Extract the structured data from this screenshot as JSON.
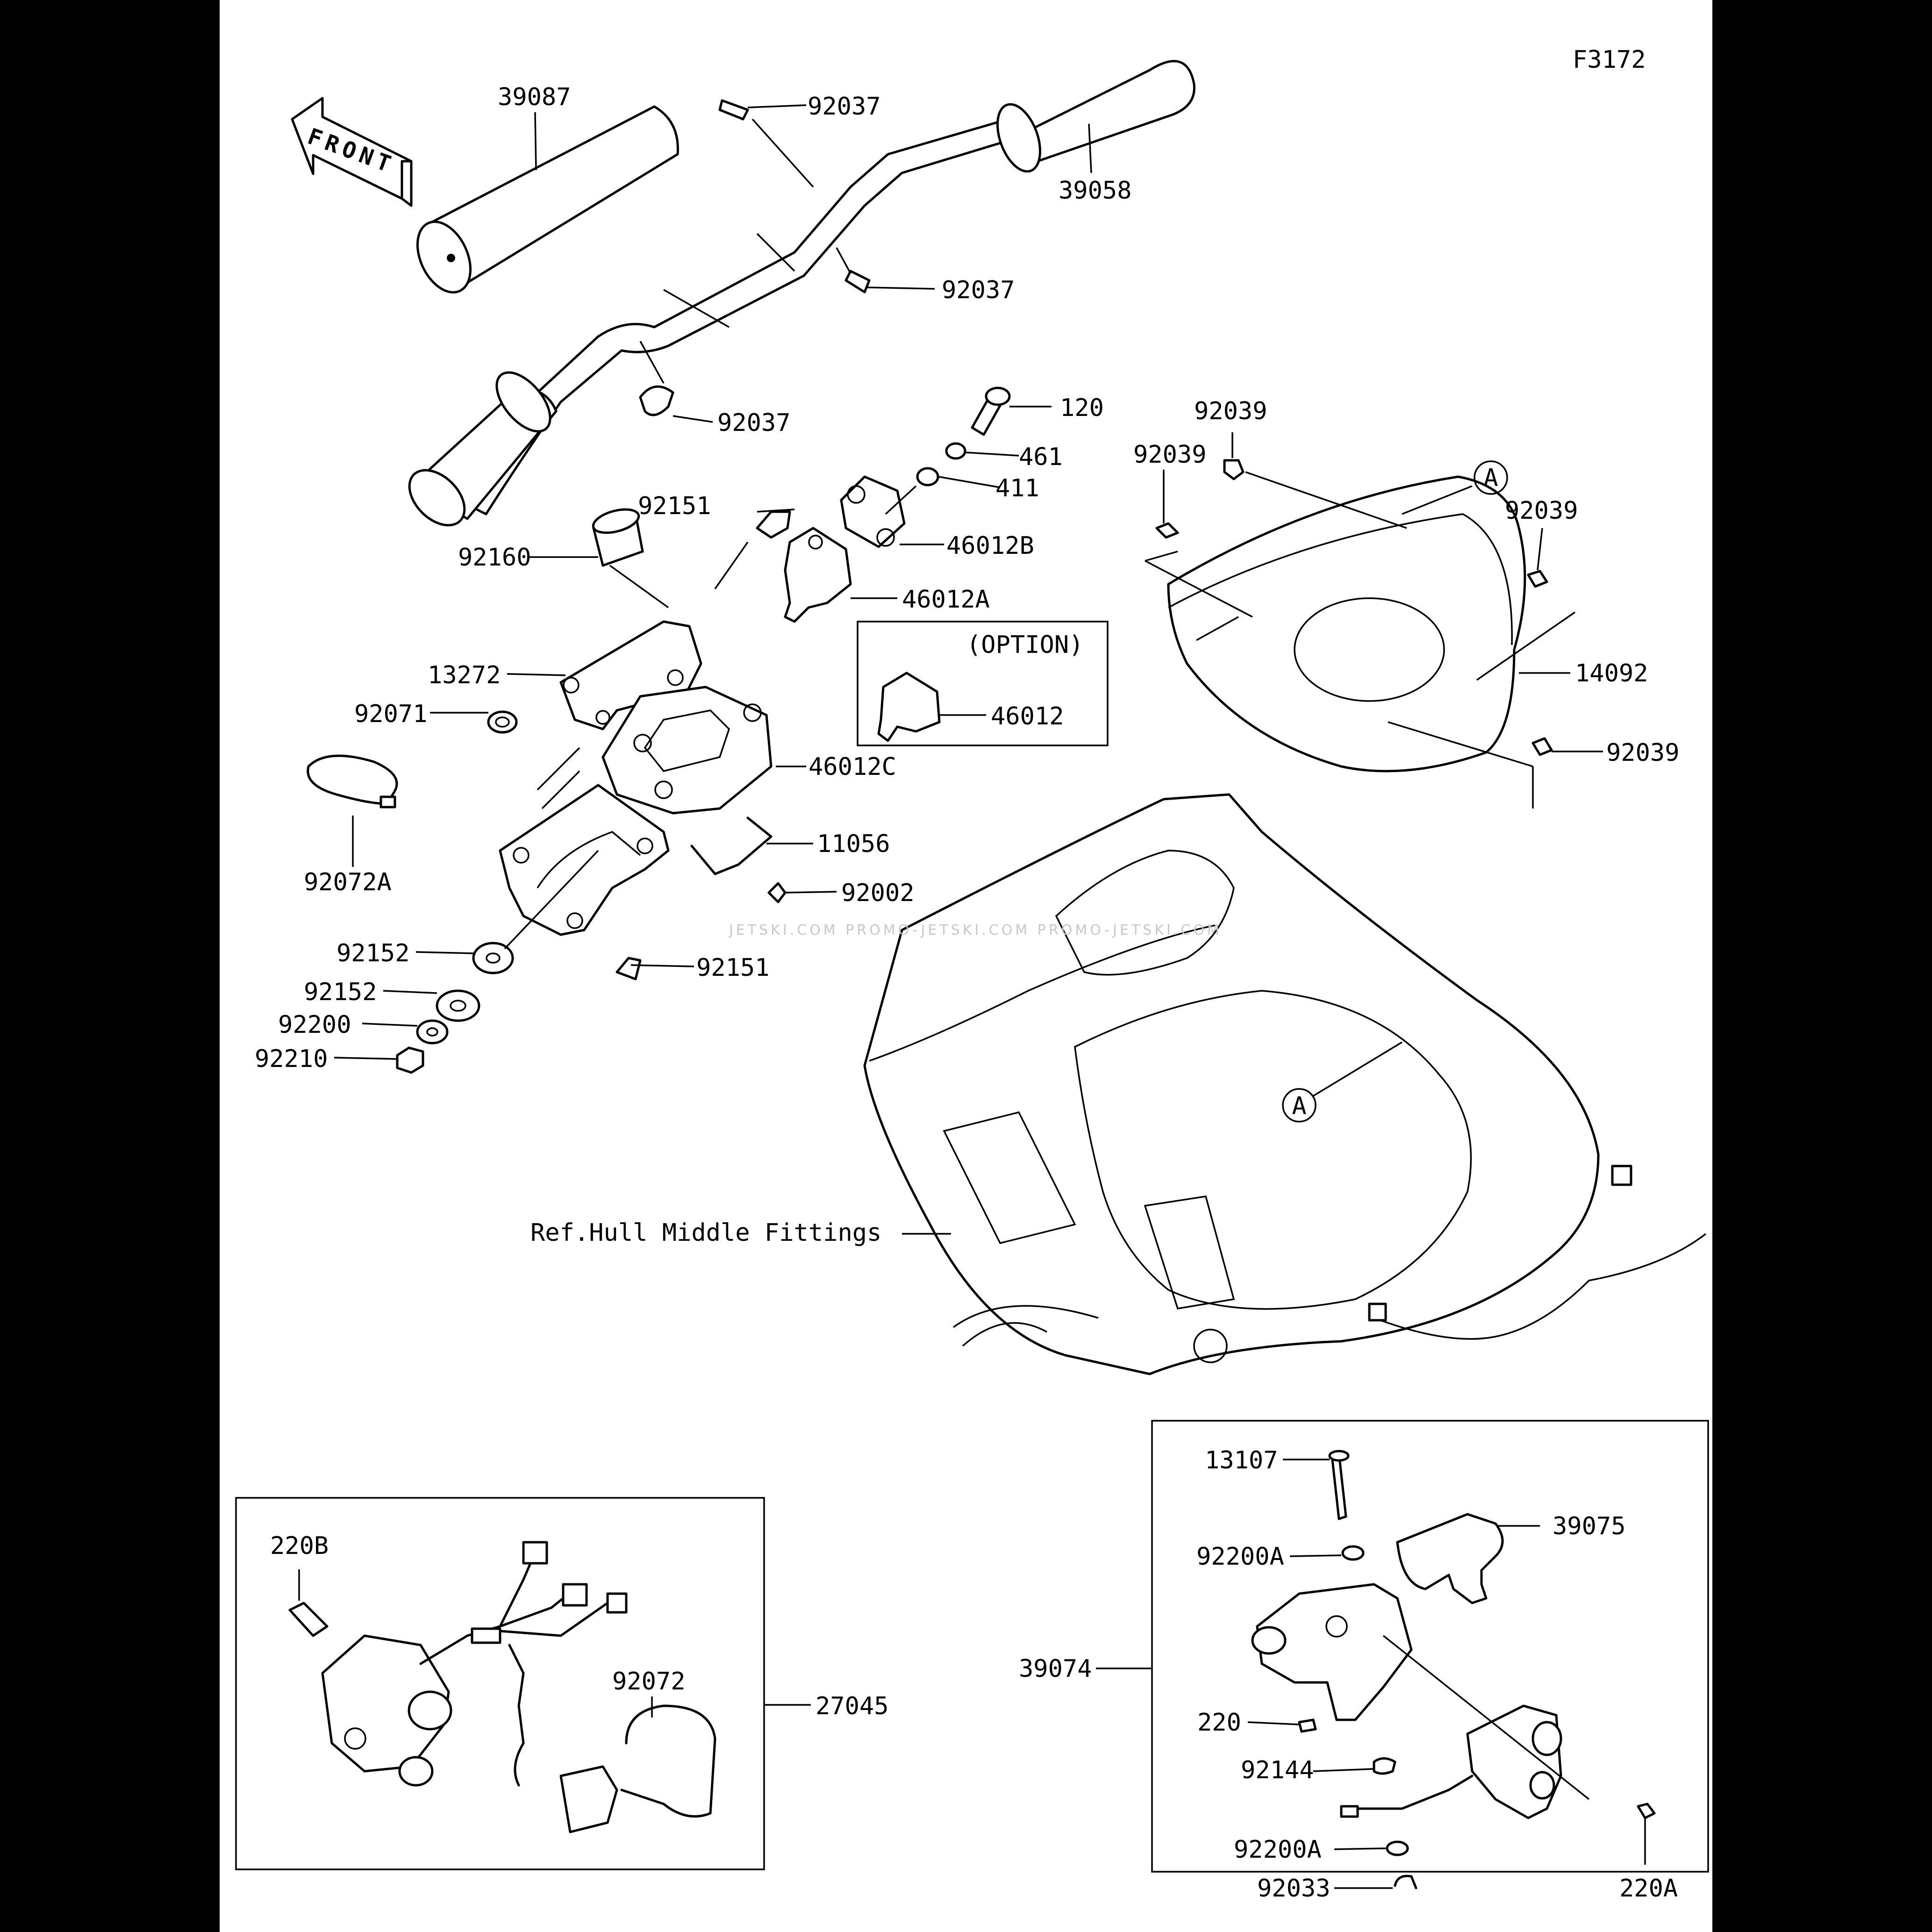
{
  "figure_code": "F3172",
  "front_arrow": "FRONT",
  "option_title": "(OPTION)",
  "ref_text": "Ref.Hull Middle Fittings",
  "watermark": "JETSKI.COM  PROMO-JETSKI.COM  PROMO-JETSKI.COM",
  "callouts": {
    "A_top": "A",
    "A_hull": "A"
  },
  "labels": {
    "p39087": "39087",
    "p92037_a": "92037",
    "p39058": "39058",
    "p92037_b": "92037",
    "p92037_c": "92037",
    "p120": "120",
    "p461": "461",
    "p411": "411",
    "p46012B": "46012B",
    "p46012A": "46012A",
    "p92151_a": "92151",
    "p92160": "92160",
    "p13272": "13272",
    "p92071": "92071",
    "p46012C": "46012C",
    "p46012": "46012",
    "p11056": "11056",
    "p92002": "92002",
    "p92072A": "92072A",
    "p92152_a": "92152",
    "p92151_b": "92151",
    "p92152_b": "92152",
    "p92200": "92200",
    "p92210": "92210",
    "p92039_a": "92039",
    "p92039_b": "92039",
    "p92039_c": "92039",
    "p92039_d": "92039",
    "p14092": "14092",
    "p220B": "220B",
    "p92072": "92072",
    "p27045": "27045",
    "p13107": "13107",
    "p39075": "39075",
    "p92200A_a": "92200A",
    "p39074": "39074",
    "p220": "220",
    "p92144": "92144",
    "p92200A_b": "92200A",
    "p92033": "92033",
    "p220A": "220A"
  }
}
